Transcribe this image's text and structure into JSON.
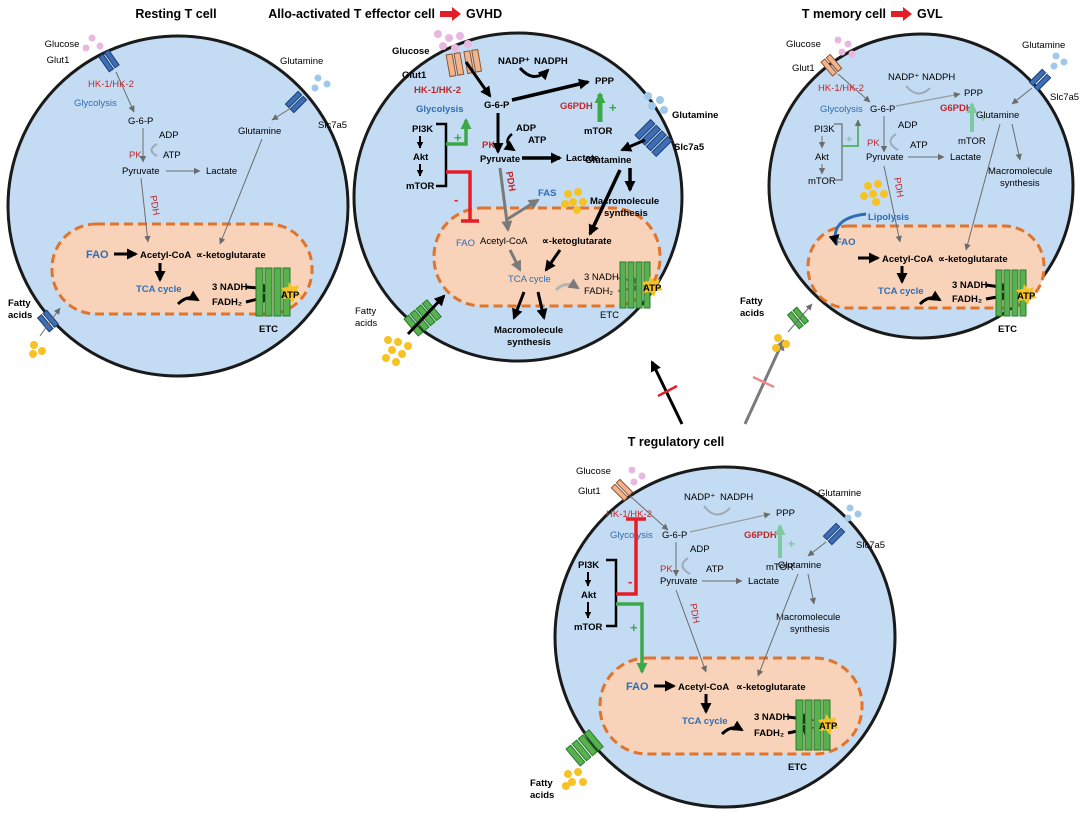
{
  "titles": {
    "resting": "Resting T cell",
    "effector_prefix": "Allo-activated T effector cell",
    "effector_suffix": "GVHD",
    "memory_prefix": "T memory cell",
    "memory_suffix": "GVL",
    "treg": "T regulatory cell"
  },
  "labels": {
    "glucose": "Glucose",
    "glut1": "Glut1",
    "glutamine": "Glutamine",
    "slc7a5": "Slc7a5",
    "hk": "HK-1/HK-2",
    "glycolysis": "Glycolysis",
    "g6p": "G-6-P",
    "adp": "ADP",
    "atp": "ATP",
    "pk": "PK",
    "pyruvate": "Pyruvate",
    "lactate": "Lactate",
    "pdh": "PDH",
    "fao": "FAO",
    "acetylcoa": "Acetyl-CoA",
    "akg": "∝-ketoglutarate",
    "tca": "TCA cycle",
    "nadh": "3 NADH",
    "fadh2": "FADH₂",
    "etc": "ETC",
    "fatty_acids_1": "Fatty",
    "fatty_acids_2": "acids",
    "nadp": "NADP⁺",
    "nadph": "NADPH",
    "ppp": "PPP",
    "g6pdh": "G6PDH",
    "mtor": "mTOR",
    "pi3k": "PI3K",
    "akt": "Akt",
    "macro_1": "Macromolecule",
    "macro_2": "synthesis",
    "fas": "FAS",
    "lipolysis": "Lipolysis",
    "plus": "+",
    "minus": "-"
  },
  "colors": {
    "cell_fill": "#c4dcf3",
    "cell_stroke": "#1a1a1a",
    "mito_fill": "#f8d3b9",
    "mito_stroke": "#e0742c",
    "enzyme_red": "#c0282d",
    "glycolysis_blue": "#2f6db5",
    "activate_green": "#3aaa48",
    "inhibit_red": "#e41e26",
    "glucose_pink": "#e9b8de",
    "glutamine_blue": "#9fc8ea",
    "fatty_yellow": "#f7c224",
    "transporter_blue": "#3d6eb4",
    "glut1_orange": "#f2b48c",
    "etc_green": "#58b14e"
  }
}
